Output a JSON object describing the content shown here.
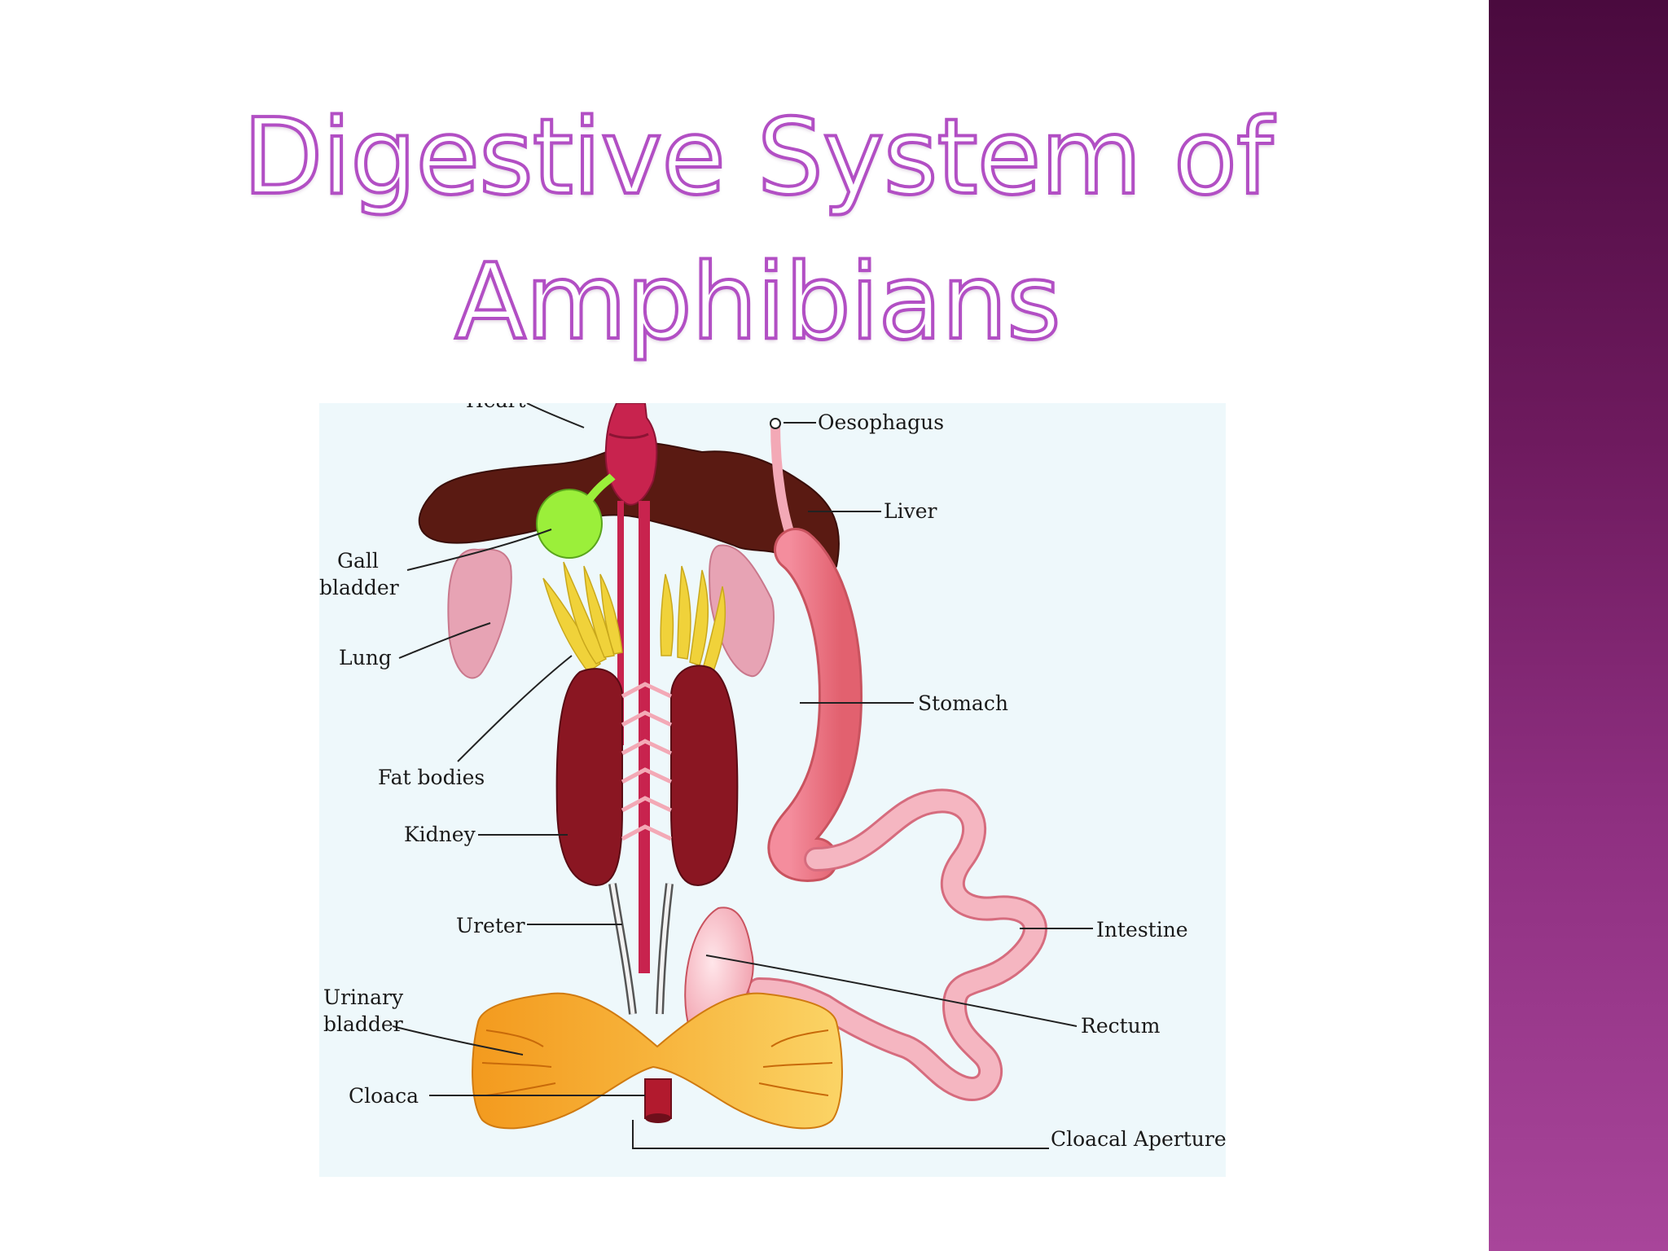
{
  "slide": {
    "title_line1": "Digestive System  of",
    "title_line2": "Amphibians",
    "accent_color": "#b24fc4",
    "side_band_color": "#8e2f80"
  },
  "diagram": {
    "labels": {
      "heart": "Heart",
      "oesophagus": "Oesophagus",
      "liver": "Liver",
      "gall_bladder_1": "Gall",
      "gall_bladder_2": "bladder",
      "lung": "Lung",
      "stomach": "Stomach",
      "fat_bodies": "Fat bodies",
      "kidney": "Kidney",
      "ureter": "Ureter",
      "intestine": "Intestine",
      "urinary_bladder_1": "Urinary",
      "urinary_bladder_2": "bladder",
      "rectum": "Rectum",
      "cloaca": "Cloaca",
      "cloacal_aperture": "Cloacal Aperture"
    },
    "colors": {
      "liver": "#5a1a12",
      "heart": "#c8234e",
      "gall_bladder": "#9bef3a",
      "lung": "#e7a3b4",
      "fat_bodies": "#f0d23a",
      "kidney": "#8a1622",
      "stomach": "#ee7a8c",
      "intestine": "#f3a9b6",
      "urinary_bladder": "#f4a52a",
      "background": "#eef8fb"
    }
  }
}
